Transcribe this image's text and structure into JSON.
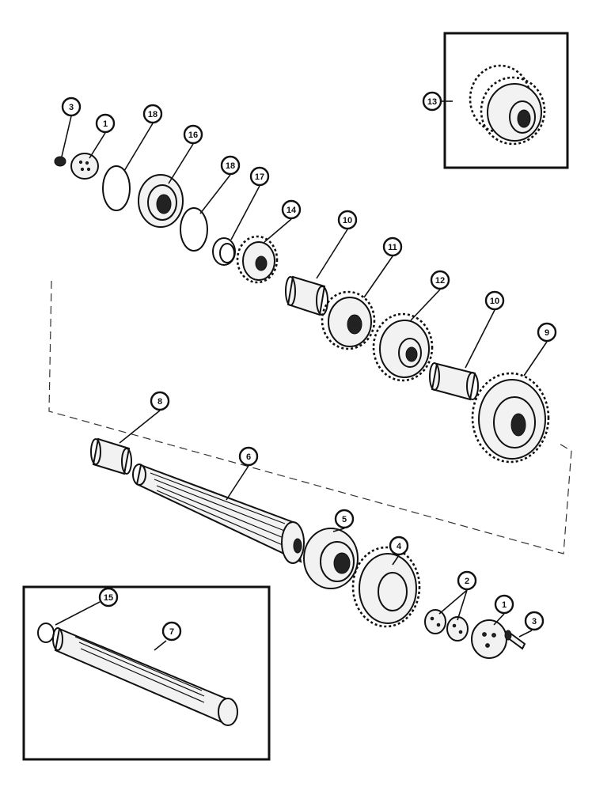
{
  "callouts": {
    "c1_top": "1",
    "c3_top": "3",
    "c18_a": "18",
    "c16": "16",
    "c18_b": "18",
    "c17": "17",
    "c14": "14",
    "c10_a": "10",
    "c11": "11",
    "c12": "12",
    "c10_b": "10",
    "c9": "9",
    "c8": "8",
    "c6": "6",
    "c5": "5",
    "c4": "4",
    "c2": "2",
    "c1_bottom": "1",
    "c3_bottom": "3",
    "c13": "13",
    "c15": "15",
    "c7": "7"
  }
}
